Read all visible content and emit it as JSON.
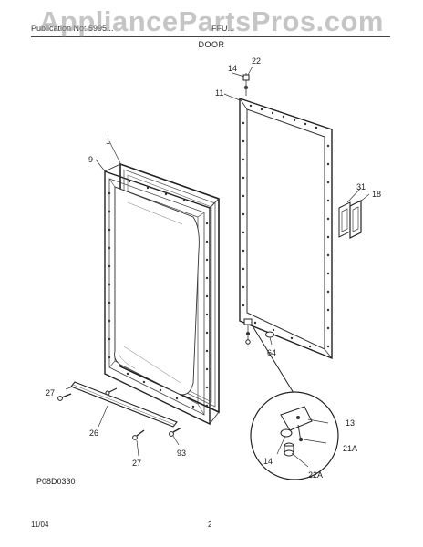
{
  "header": {
    "publication": "Publication No: 5995...",
    "model": "FFU...",
    "section_title": "DOOR"
  },
  "watermark": "AppliancePartsPros.com",
  "diagram_code": "P08D0330",
  "footer": {
    "date": "11/04",
    "page_number": "2"
  },
  "callouts": {
    "c1": "1",
    "c9": "9",
    "c11": "11",
    "c13": "13",
    "c14_top": "14",
    "c14_detail": "14",
    "c18": "18",
    "c21a": "21A",
    "c22_top": "22",
    "c22a": "22A",
    "c26": "26",
    "c27_left": "27",
    "c27_bottom": "27",
    "c31": "31",
    "c64": "64",
    "c93": "93"
  }
}
